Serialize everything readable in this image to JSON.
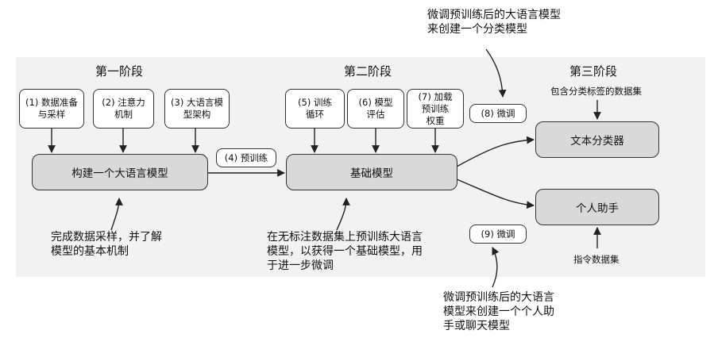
{
  "stages": {
    "stage1": "第一阶段",
    "stage2": "第二阶段",
    "stage3": "第三阶段"
  },
  "steps": {
    "s1": "(1) 数据准备\n与采样",
    "s2": "(2) 注意力\n机制",
    "s3": "(3) 大语言模\n型架构",
    "s4": "(4) 预训练",
    "s5": "(5) 训练\n循环",
    "s6": "(6) 模型\n评估",
    "s7": "(7) 加载\n预训练\n权重",
    "s8": "(8) 微调",
    "s9": "(9) 微调"
  },
  "main_boxes": {
    "build_llm": "构建一个大语言模型",
    "foundation_model": "基础模型",
    "text_classifier": "文本分类器",
    "personal_assistant": "个人助手"
  },
  "notes": {
    "top_right": "微调预训练后的大语言模型\n来创建一个分类模型",
    "classification_dataset": "包含分类标签的数据集",
    "instruction_dataset": "指令数据集",
    "stage1_desc": "完成数据采样，并了解\n模型的基本机制",
    "stage2_desc": "在无标注数据集上预训练大语言\n模型，以获得一个基础模型，用\n于进一步微调",
    "bottom_right": "微调预训练后的大语言\n模型来创建一个个人助\n手或聊天模型"
  },
  "colors": {
    "main_box_fill": "#d9d9d9",
    "panel_bg": "#f2f2f2",
    "stroke": "#333333"
  }
}
